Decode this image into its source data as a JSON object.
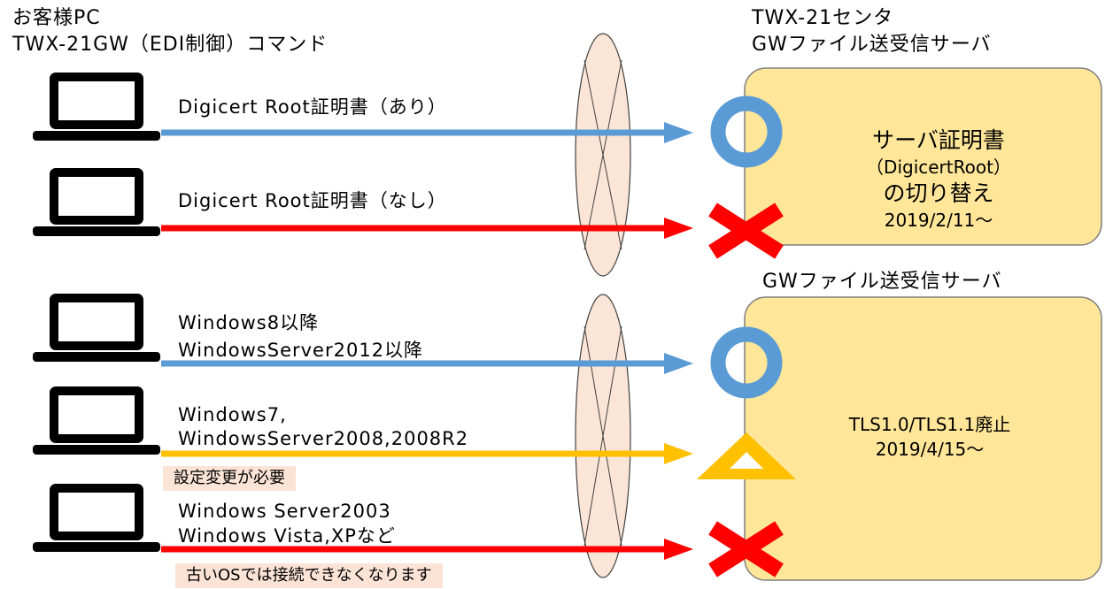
{
  "client_header": {
    "line1": "お客様PC",
    "line2": "TWX-21GW（EDI制御）コマンド"
  },
  "server_header_top": {
    "line1": "TWX-21センタ",
    "line2": "GWファイル送受信サーバ"
  },
  "server_header_bottom": "GWファイル送受信サーバ",
  "server_top": {
    "title": "サーバ証明書",
    "sub": "（DigicertRoot）",
    "action": "の切り替え",
    "date": "2019/2/11～"
  },
  "server_bottom": {
    "title": "TLS1.0/TLS1.1廃止",
    "date": "2019/4/15～"
  },
  "connections": [
    {
      "label1": "Digicert Root証明書（あり）",
      "label2": "",
      "result": "ok",
      "result_symbol": "○",
      "color": "#5b9bd5",
      "note": ""
    },
    {
      "label1": "Digicert Root証明書（なし）",
      "label2": "",
      "result": "ng",
      "result_symbol": "×",
      "color": "#ff0000",
      "note": ""
    },
    {
      "label1": "Windows8以降",
      "label2": "WindowsServer2012以降",
      "result": "ok",
      "result_symbol": "○",
      "color": "#5b9bd5",
      "note": ""
    },
    {
      "label1": "Windows7,",
      "label2": "WindowsServer2008,2008R2",
      "result": "warning",
      "result_symbol": "△",
      "color": "#ffc000",
      "note": "設定変更が必要"
    },
    {
      "label1": "Windows Server2003",
      "label2": "Windows Vista,XPなど",
      "result": "ng",
      "result_symbol": "×",
      "color": "#ff0000",
      "note": "古いOSでは接続できなくなります"
    }
  ],
  "colors": {
    "server_fill": "#ffe699",
    "server_stroke": "#7f7f7f",
    "ellipse_fill": "#fbe5d6",
    "note_fill": "#fbe3d6",
    "ok": "#5b9bd5",
    "ng": "#ff0000",
    "warning": "#ffc000"
  }
}
